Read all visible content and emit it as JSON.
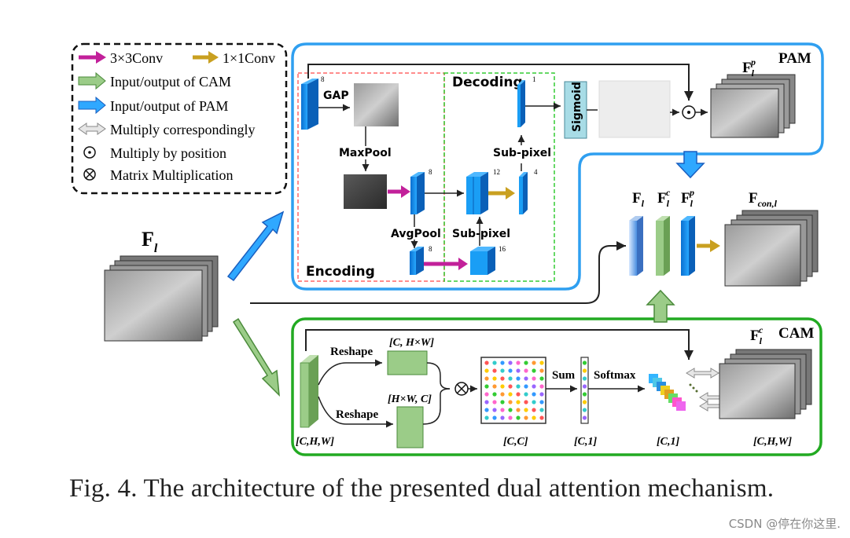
{
  "legend": {
    "conv3": "3×3Conv",
    "conv1": "1×1Conv",
    "cam_io": "Input/output of CAM",
    "pam_io": "Input/output of PAM",
    "mult_corr": "Multiply correspondingly",
    "mult_pos": "Multiply by position",
    "matmul": "Matrix Multiplication"
  },
  "pam": {
    "title": "PAM",
    "output_label": "F",
    "output_sub": "l",
    "output_sup": "p",
    "gap": "GAP",
    "maxpool": "MaxPool",
    "avgpool": "AvgPool",
    "decoding": "Decoding",
    "encoding": "Encoding",
    "subpixel_top": "Sub-pixel",
    "subpixel_bottom": "Sub-pixel",
    "sigmoid": "Sigmoid",
    "ch_8a": "8",
    "ch_1": "1",
    "ch_8b": "8",
    "ch_12": "12",
    "ch_4": "4",
    "ch_8c": "8",
    "ch_16": "16"
  },
  "cam": {
    "title": "CAM",
    "output_label": "F",
    "output_sub": "l",
    "output_sup": "c",
    "reshape_top": "Reshape",
    "reshape_bottom": "Reshape",
    "dim_c_hw": "[C, H×W]",
    "dim_hw_c": "[H×W, C]",
    "dim_chw_in": "[C,H,W]",
    "dim_cc": "[C,C]",
    "dim_c1a": "[C,1]",
    "dim_c1b": "[C,1]",
    "dim_chw_out": "[C,H,W]",
    "sum": "Sum",
    "softmax": "Softmax"
  },
  "input": {
    "label": "F",
    "sub": "l"
  },
  "fusion": {
    "f_l": "F",
    "f_l_sub": "l",
    "f_c": "F",
    "f_c_sub": "l",
    "f_c_sup": "c",
    "f_p": "F",
    "f_p_sub": "l",
    "f_p_sup": "p",
    "out": "F",
    "out_sub": "con,l"
  },
  "caption": "Fig. 4.   The architecture of the presented dual attention mechanism.",
  "watermark": "CSDN @停在你这里.",
  "colors": {
    "pam_border": "#2f9ff0",
    "cam_border": "#22aa22",
    "encoding_border": "#ff6666",
    "decoding_border": "#33cc33",
    "blue_block": "#1a9ef5",
    "green_block": "#9bcc88",
    "magenta_arrow": "#c2209a",
    "gold_arrow": "#c9a020",
    "sigmoid_box": "#a8dce6"
  }
}
